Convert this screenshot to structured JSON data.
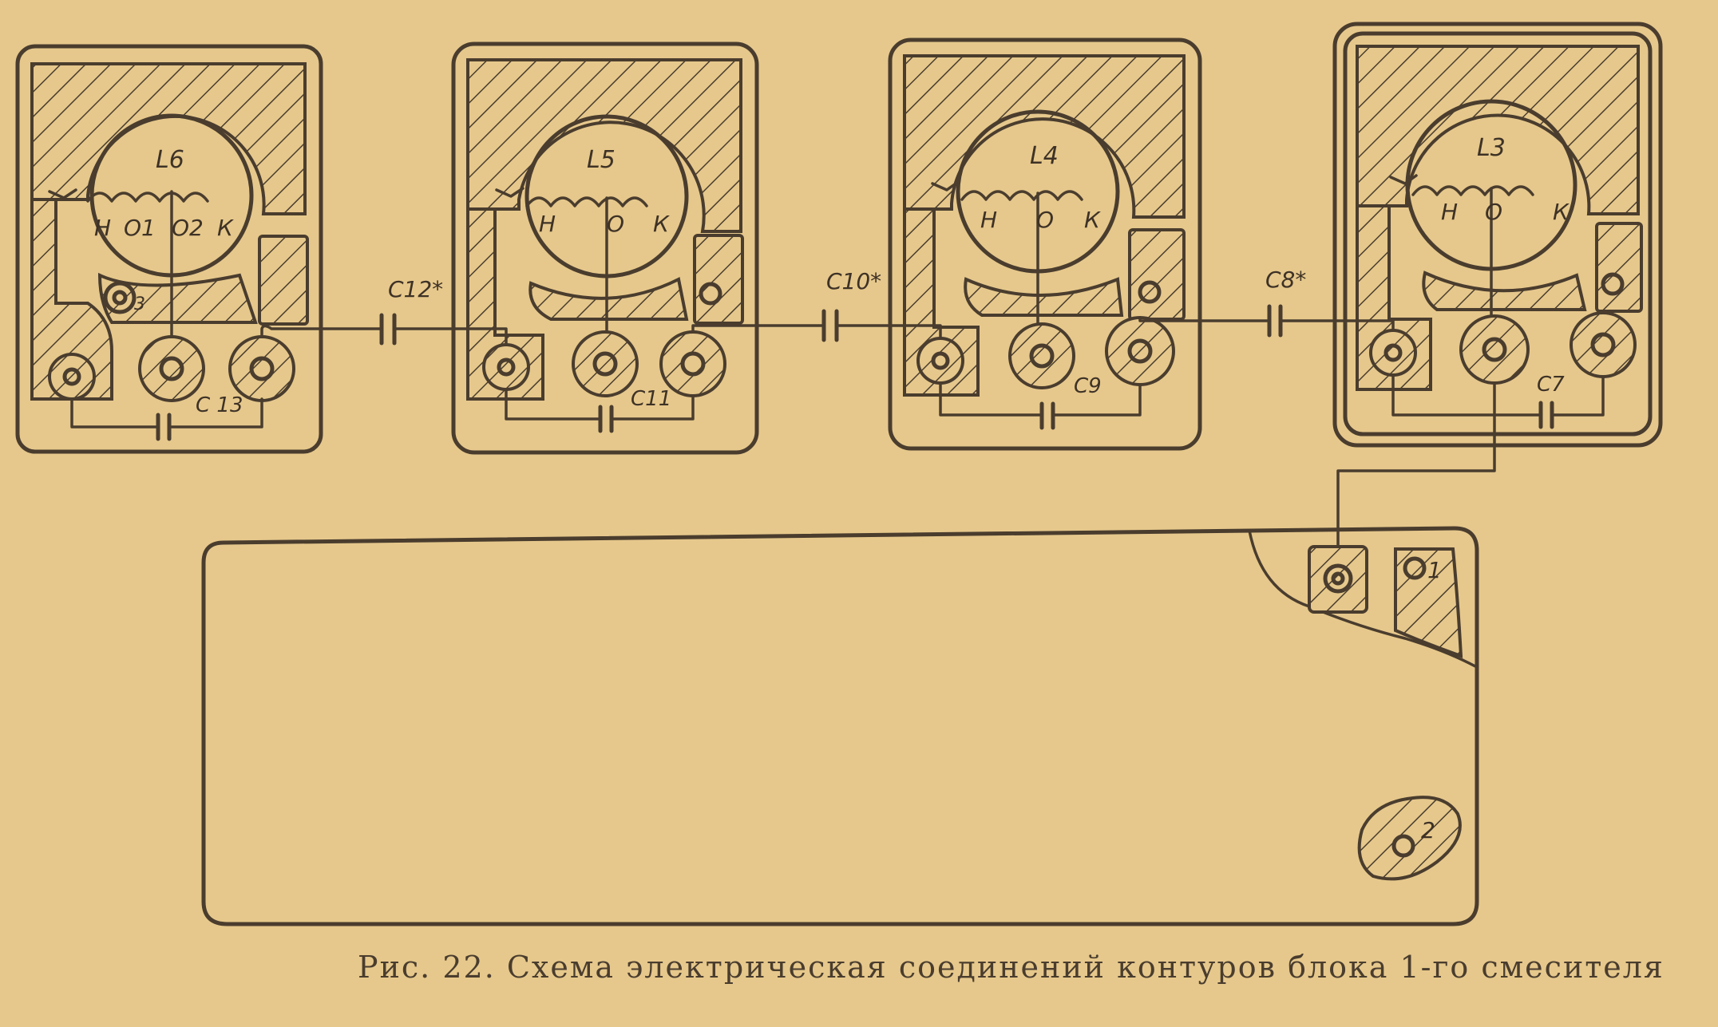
{
  "figure": {
    "caption": "Рис. 22. Схема электрическая соединений контуров блока 1-го смесителя"
  },
  "blocks": [
    {
      "coil": "L6",
      "taps": [
        "Н",
        "О1",
        "О2",
        "К"
      ],
      "capacitor": "C 13",
      "pin_label": "3"
    },
    {
      "coil": "L5",
      "taps": [
        "Н",
        "О",
        "К"
      ],
      "capacitor": "C11"
    },
    {
      "coil": "L4",
      "taps": [
        "Н",
        "О",
        "К"
      ],
      "capacitor": "C9"
    },
    {
      "coil": "L3",
      "taps": [
        "Н",
        "О",
        "К"
      ],
      "capacitor": "C7"
    }
  ],
  "coupling_capacitors": [
    "C12*",
    "C10*",
    "C8*"
  ],
  "board": {
    "pin_labels": [
      "1",
      "2"
    ]
  },
  "colors": {
    "paper": "#e6c88c",
    "ink": "#4a3d2e"
  }
}
